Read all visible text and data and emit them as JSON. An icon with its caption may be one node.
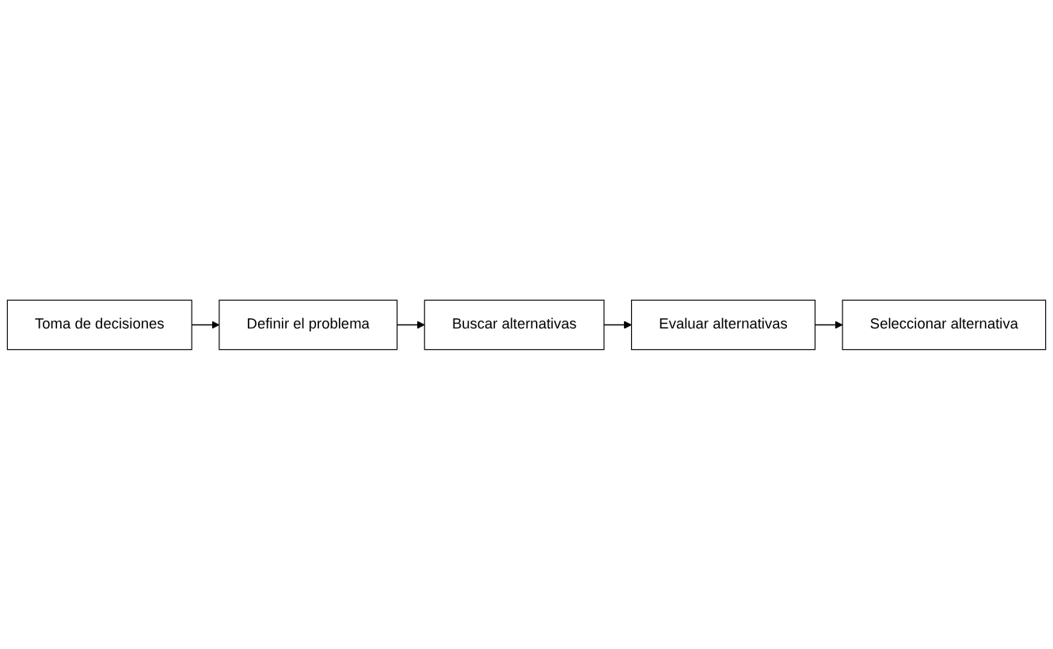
{
  "diagram": {
    "nodes": [
      {
        "text": [
          "Toma de decisiones"
        ]
      },
      {
        "text": [
          "Definir el problema"
        ]
      },
      {
        "text": [
          "Buscar alternativas"
        ]
      },
      {
        "text": [
          "Evaluar alternativas"
        ]
      },
      {
        "text": [
          "Seleccionar alternativa"
        ]
      }
    ],
    "edges": [
      {
        "from": 0,
        "to": 1,
        "arrow": "to"
      },
      {
        "from": 1,
        "to": 2,
        "arrow": "to"
      },
      {
        "from": 2,
        "to": 3,
        "arrow": "to"
      },
      {
        "from": 3,
        "to": 4,
        "arrow": "to"
      }
    ]
  }
}
